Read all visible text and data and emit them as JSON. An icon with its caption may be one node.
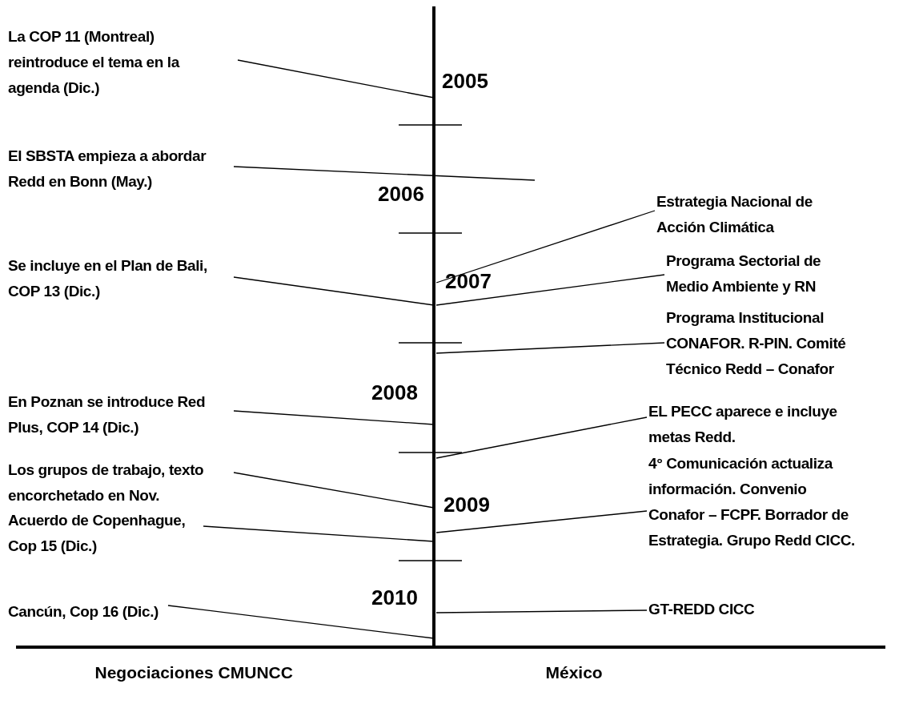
{
  "diagram": {
    "nodes": [
      {
        "text": [
          "La COP 11 (Montreal) reintroduce el tema en la agenda (Dic.)"
        ]
      },
      {
        "text": [
          "El SBSTA  empieza a abordar Redd en Bonn  (May.)"
        ]
      },
      {
        "text": [
          "Se incluye en el Plan de Bali, COP 13  (Dic.)"
        ]
      },
      {
        "text": [
          "En Poznan se introduce Red Plus, COP 14  (Dic.)"
        ]
      },
      {
        "text": [
          "Los grupos de trabajo,  texto encorchetado en Nov."
        ]
      },
      {
        "text": [
          "Acuerdo de Copenhague, Cop 15 (Dic.)"
        ]
      },
      {
        "text": [
          "Cancún, Cop 16 (Dic.)"
        ]
      },
      {
        "text": [
          "Estrategia Nacional de Acción Climática"
        ]
      },
      {
        "text": [
          "Programa Sectorial de Medio Ambiente y RN"
        ]
      },
      {
        "text": [
          "Programa Institucional CONAFOR.  R-PIN. Comité Técnico Redd – Conafor"
        ]
      },
      {
        "text": [
          "EL PECC aparece e incluye metas Redd."
        ]
      },
      {
        "text": [
          "4° Comunicación actualiza información. Convenio Conafor – FCPF. Borrador de Estrategia. Grupo Redd CICC."
        ]
      },
      {
        "text": [
          "GT-REDD CICC"
        ]
      }
    ],
    "edges": [
      {
        "from": 0,
        "to": null,
        "arrow": "none"
      },
      {
        "from": 1,
        "to": null,
        "arrow": "none"
      },
      {
        "from": 2,
        "to": null,
        "arrow": "none"
      },
      {
        "from": 3,
        "to": null,
        "arrow": "none"
      },
      {
        "from": 4,
        "to": null,
        "arrow": "none"
      },
      {
        "from": 5,
        "to": null,
        "arrow": "none"
      },
      {
        "from": 6,
        "to": null,
        "arrow": "none"
      },
      {
        "from": 7,
        "to": null,
        "arrow": "none"
      },
      {
        "from": 8,
        "to": null,
        "arrow": "none"
      },
      {
        "from": 9,
        "to": null,
        "arrow": "none"
      },
      {
        "from": 10,
        "to": null,
        "arrow": "none"
      },
      {
        "from": 11,
        "to": null,
        "arrow": "none"
      },
      {
        "from": 12,
        "to": null,
        "arrow": "none"
      }
    ],
    "labels": [
      "2005",
      "2006",
      "2007",
      "2008",
      "2009",
      "2010",
      "Negociaciones CMUNCC",
      "México"
    ]
  }
}
